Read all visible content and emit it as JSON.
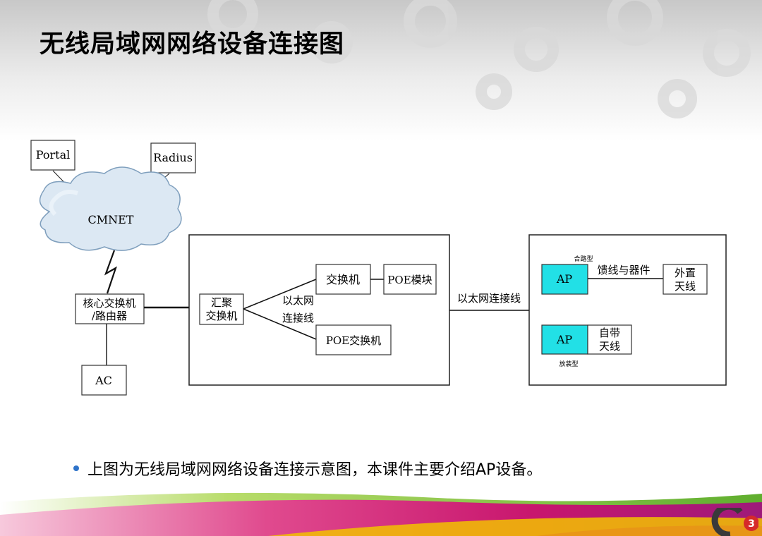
{
  "slide": {
    "title": "无线局域网网络设备连接图",
    "bullet": "上图为无线局域网网络设备连接示意图，本课件主要介绍AP设备。",
    "page_number": "3"
  },
  "diagram": {
    "portal": "Portal",
    "radius": "Radius",
    "cmnet": "CMNET",
    "core_line1": "核心交换机",
    "core_line2": "/路由器",
    "ac": "AC",
    "agg_line1": "汇聚",
    "agg_line2": "交换机",
    "eth_line1": "以太网",
    "eth_line2": "连接线",
    "switch": "交换机",
    "poe_module": "POE模块",
    "poe_switch": "POE交换机",
    "eth_cable": "以太网连接线",
    "ap_combined_label": "合路型",
    "ap1": "AP",
    "feeder": "馈线与器件",
    "ext_ant_line1": "外置",
    "ext_ant_line2": "天线",
    "ap2": "AP",
    "builtin_line1": "自带",
    "builtin_line2": "天线",
    "ap_integrated_label": "放装型"
  },
  "colors": {
    "ap_fill": "#22e0e6",
    "bullet": "#2e73c9",
    "wave_magenta": "#d81b7a",
    "wave_green": "#8cc63f",
    "wave_yellow": "#f2c200"
  }
}
